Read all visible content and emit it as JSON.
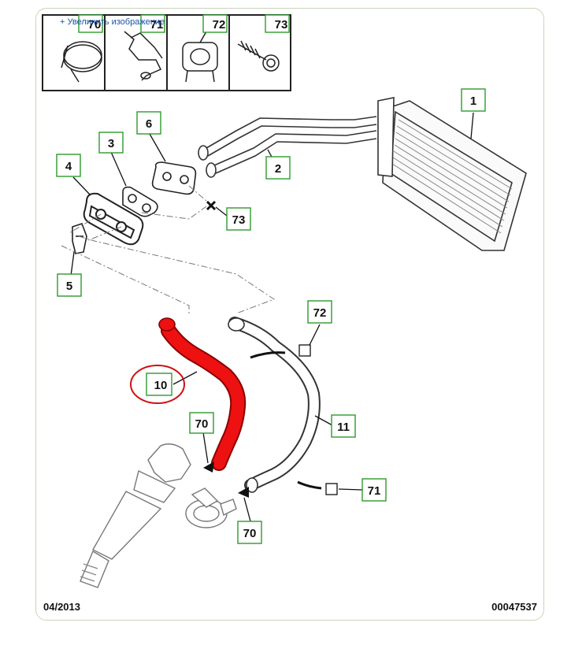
{
  "enlarge_link": "+ Увеличить изображение",
  "footer": {
    "date": "04/2013",
    "reference": "00047537"
  },
  "legend_labels": {
    "clip_70": "70",
    "clip_71": "71",
    "clip_72": "72",
    "screw_73": "73"
  },
  "callouts": {
    "c1": "1",
    "c2": "2",
    "c3": "3",
    "c4": "4",
    "c5": "5",
    "c6": "6",
    "c73": "73",
    "c72": "72",
    "c10": "10",
    "c11": "11",
    "c70a": "70",
    "c70b": "70",
    "c71": "71"
  },
  "colors": {
    "highlight_hose": "#ee1111",
    "callout_border": "#2e9a2e",
    "circle": "#cc1111"
  }
}
